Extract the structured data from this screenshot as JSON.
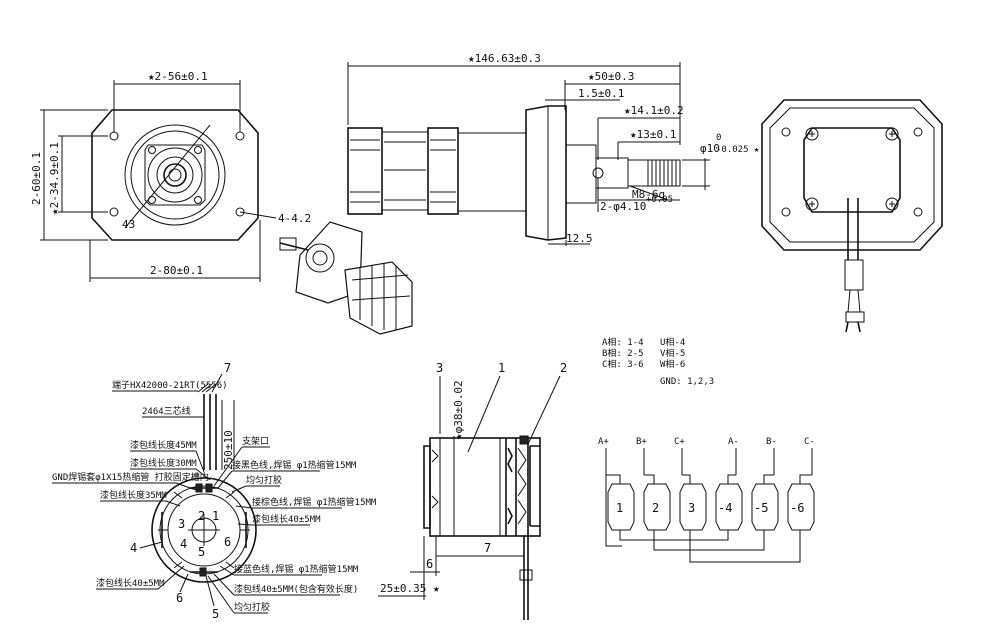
{
  "front_view": {
    "dim_top": "★2-56±0.1",
    "dim_left_outer": "2-60±0.1",
    "dim_left_inner": "★2-34.9±0.1",
    "dim_bottom": "2-80±0.1",
    "label_hole": "43",
    "label_holes_note": "4-4.2"
  },
  "side_view": {
    "dim_total": "★146.63±0.3",
    "dim_50": "★50±0.3",
    "dim_1_5": "1.5±0.1",
    "dim_14_1": "★14.1±0.2",
    "dim_13": "★13±0.1",
    "dim_shaft_dia": "φ10",
    "dim_shaft_tol_upper": "0",
    "dim_shaft_tol_lower": "-0.025 ★",
    "dim_thread": "M8-6g",
    "dim_hole": "2-φ4.10",
    "dim_hole_tol": "+0.05",
    "dim_12_5": "12.5"
  },
  "phase_table": {
    "a": "A相: 1-4",
    "b": "B相: 2-5",
    "c": "C相: 3-6",
    "u": "U相-4",
    "v": "V相-5",
    "w": "W相-6",
    "gnd": "GND: 1,2,3"
  },
  "winding_view": {
    "callout_7": "7",
    "terminal": "端子HX42000-21RT(5556)",
    "wire": "2464三芯线",
    "note1": "漆包线长度45MM",
    "note2": "漆包线长度30MM",
    "note3": "GND焊锡套φ1X15热缩管 打胶固定槽内",
    "note4": "漆包线长度35MM",
    "note5": "漆包线长40±5MM",
    "note6": "漆包线40±5MM(包含有效长度)",
    "note7": "均匀打胶",
    "note8": "支架口",
    "note9": "接黑色线,焊锡 φ1热缩管15MM",
    "note10": "均匀打胶",
    "note11": "接棕色线,焊锡 φ1热缩管15MM",
    "note12": "漆包线长40±5MM",
    "note13": "接蓝色线,焊锡 φ1热缩管15MM",
    "dim_250": "250±10",
    "slot_labels": [
      "2",
      "1",
      "3",
      "6",
      "4",
      "5"
    ],
    "callout_4": "4",
    "callout_6": "6",
    "callout_5": "5"
  },
  "section_view": {
    "callout_1": "1",
    "callout_2": "2",
    "callout_3": "3",
    "dim_38": "★φ38±0.02",
    "dim_6": "6",
    "dim_7": "7",
    "dim_25": "25±0.35 ★"
  },
  "coil_diagram": {
    "terminals": [
      "A+",
      "B+",
      "C+",
      "A-",
      "B-",
      "C-"
    ],
    "coils": [
      "1",
      "2",
      "3",
      "-4",
      "-5",
      "-6"
    ]
  }
}
